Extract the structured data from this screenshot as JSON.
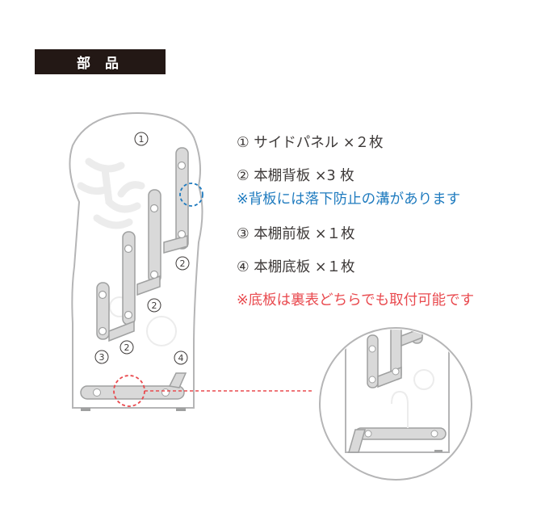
{
  "header": {
    "title": "部 品"
  },
  "parts": {
    "line1": "① サイドパネル ×２枚",
    "line2": "② 本棚背板 ×3 枚",
    "note_back": "※背板には落下防止の溝があります",
    "line3": "③ 本棚前板 ×１枚",
    "line4": "④ 本棚底板 ×１枚",
    "note_bottom": "※底板は裏表どちらでも取付可能です"
  },
  "diagram": {
    "label_side": "①",
    "label_back_a": "②",
    "label_back_b": "②",
    "label_back_c": "②",
    "label_front": "③",
    "label_bottom": "④"
  },
  "colors": {
    "blue_note": "#1f7bbf",
    "red_note": "#e94a4f",
    "header_bg": "#231815"
  }
}
